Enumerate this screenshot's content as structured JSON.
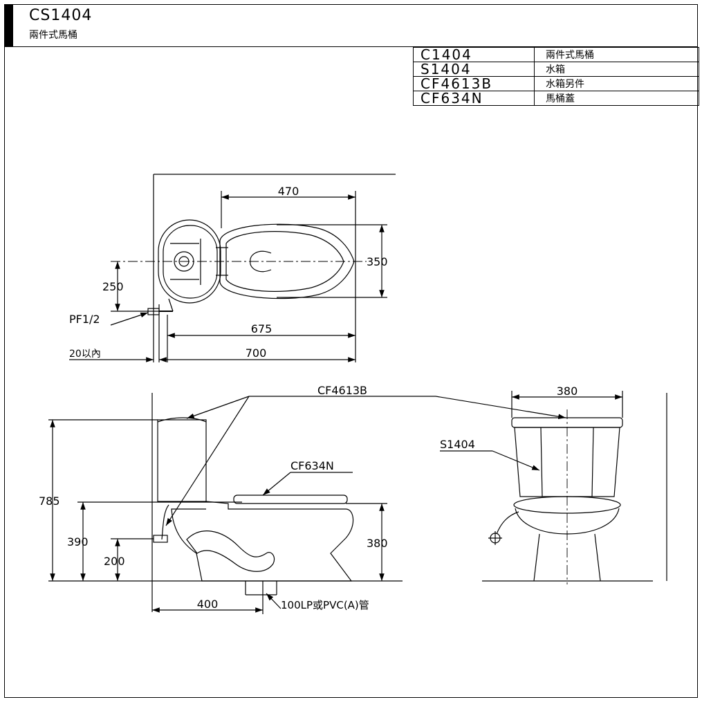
{
  "header": {
    "model_code": "CS1404",
    "model_description": "兩件式馬桶"
  },
  "parts": [
    {
      "code": "C1404",
      "name": "兩件式馬桶"
    },
    {
      "code": "S1404",
      "name": "水箱"
    },
    {
      "code": "CF4613B",
      "name": "水箱另件"
    },
    {
      "code": "CF634N",
      "name": "馬桶蓋"
    }
  ],
  "plan_view": {
    "dim_width_top": "470",
    "dim_depth": "350",
    "dim_center_offset": "250",
    "dim_bowl_length": "675",
    "dim_total_length": "700",
    "label_supply": "PF1/2",
    "label_wall_gap": "20以內"
  },
  "side_view": {
    "label_tank_parts": "CF4613B",
    "label_seat": "CF634N",
    "dim_total_height": "785",
    "dim_tank_bottom": "390",
    "dim_supply_height": "200",
    "dim_seat_height": "380",
    "dim_rough_in": "400",
    "label_drain": "100LP或PVC(A)管"
  },
  "front_view": {
    "dim_tank_width": "380",
    "label_tank": "S1404"
  }
}
